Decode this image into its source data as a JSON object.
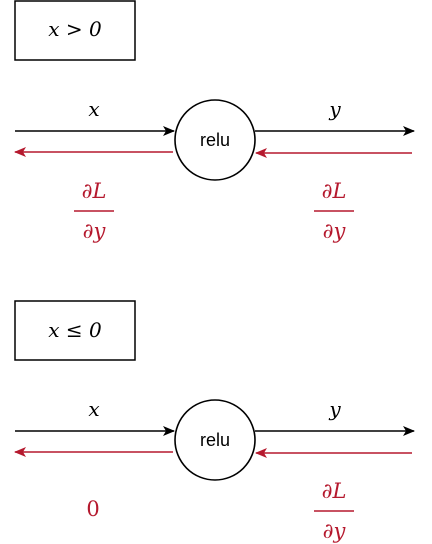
{
  "colors": {
    "forward": "#000000",
    "backward": "#b5192e"
  },
  "panels": [
    {
      "condition": "x > 0",
      "node": "relu",
      "input_label": "x",
      "output_label": "y",
      "grad_in_numerator": "∂L",
      "grad_in_denominator": "∂y",
      "grad_out_numerator": "∂L",
      "grad_out_denominator": "∂y"
    },
    {
      "condition": "x ≤ 0",
      "node": "relu",
      "input_label": "x",
      "output_label": "y",
      "grad_in_zero": "0",
      "grad_out_numerator": "∂L",
      "grad_out_denominator": "∂y"
    }
  ]
}
